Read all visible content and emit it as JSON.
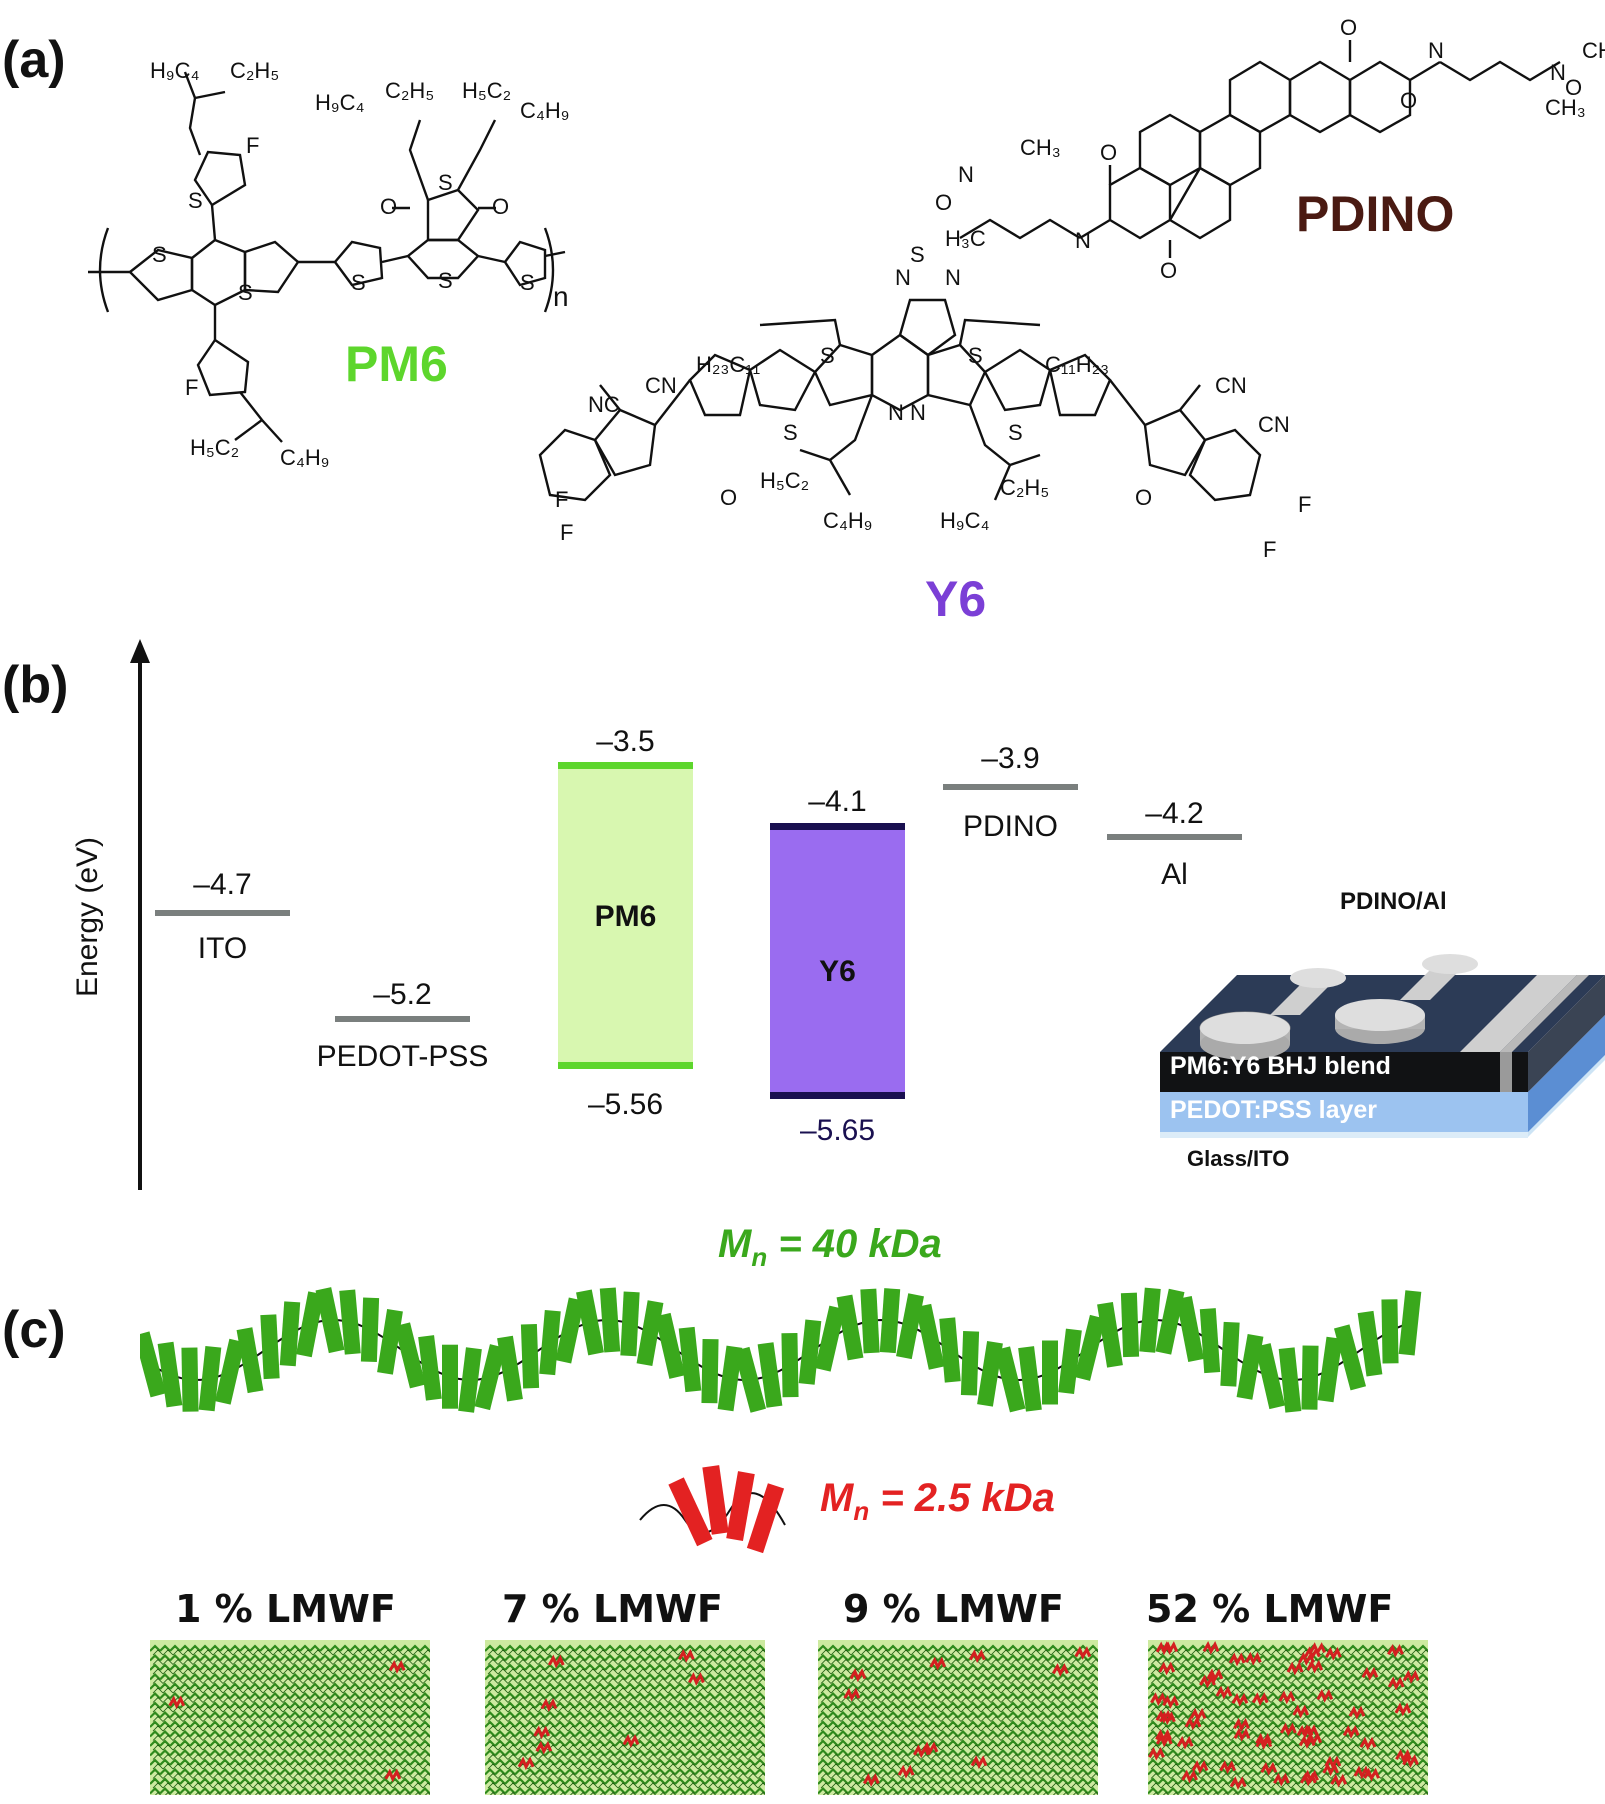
{
  "panels": {
    "a": "(a)",
    "b": "(b)",
    "c": "(c)"
  },
  "molecules": {
    "pm6": {
      "name": "PM6",
      "color": "#5dd62c"
    },
    "pdino": {
      "name": "PDINO",
      "color": "#4a1a12"
    },
    "y6": {
      "name": "Y6",
      "color": "#7b3fd6"
    }
  },
  "energy_diagram": {
    "axis_label": "Energy (eV)",
    "levels": [
      {
        "name": "ITO",
        "value": "–4.7"
      },
      {
        "name": "PEDOT-PSS",
        "value": "–5.2"
      },
      {
        "name": "PDINO",
        "value": "–3.9"
      },
      {
        "name": "Al",
        "value": "–4.2"
      }
    ],
    "bands": [
      {
        "name": "PM6",
        "lumo": "–3.5",
        "homo": "–5.56",
        "fill": "#d8f7b0",
        "edge": "#5dd62c"
      },
      {
        "name": "Y6",
        "lumo": "–4.1",
        "homo": "–5.65",
        "fill": "#9a6cf0",
        "edge": "#1a1050"
      }
    ]
  },
  "device": {
    "labels": {
      "top": "PDINO/Al",
      "active": "PM6:Y6 BHJ blend",
      "pedot": "PEDOT:PSS layer",
      "substrate": "Glass/ITO"
    }
  },
  "chains": {
    "high": {
      "label": "M",
      "sub": "n",
      "rest": " = 40 kDa",
      "color": "#3aa81c"
    },
    "low": {
      "label": "M",
      "sub": "n",
      "rest": " = 2.5 kDa",
      "color": "#e32222"
    }
  },
  "films": [
    {
      "label": "1 % LMWF",
      "fraction": 0.01
    },
    {
      "label": "7 % LMWF",
      "fraction": 0.07
    },
    {
      "label": "9 % LMWF",
      "fraction": 0.09
    },
    {
      "label": "52 % LMWF",
      "fraction": 0.52
    }
  ]
}
